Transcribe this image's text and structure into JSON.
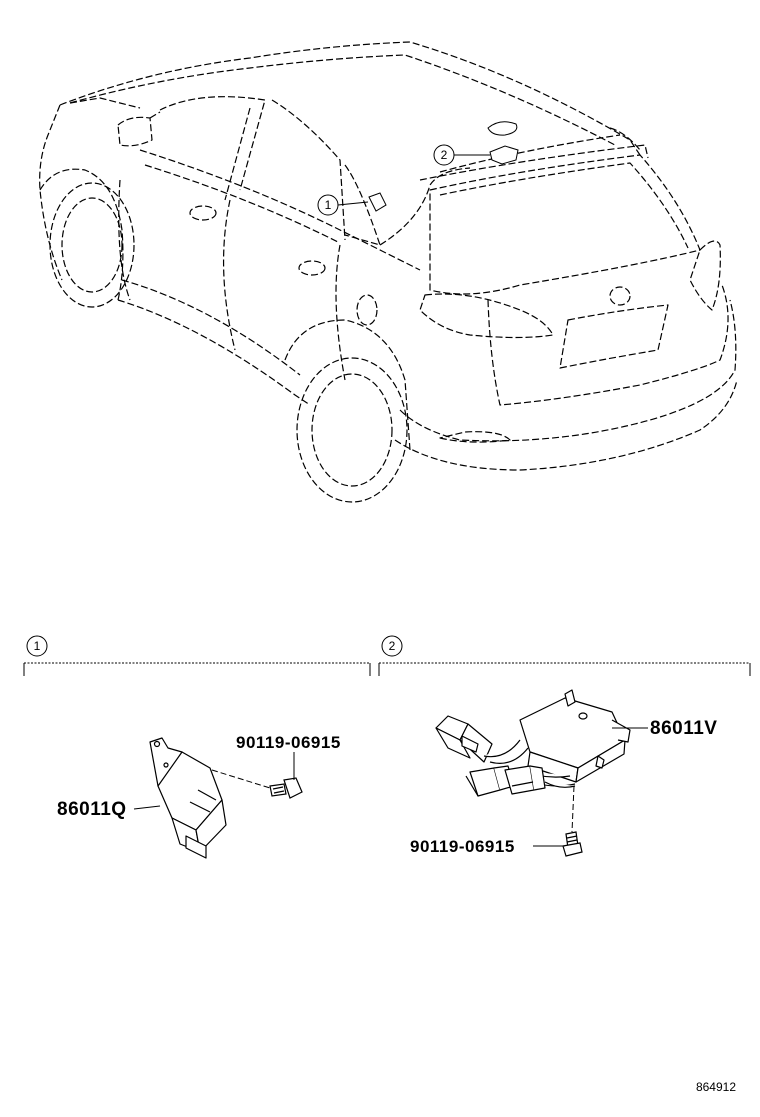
{
  "diagram": {
    "callouts": {
      "one": "1",
      "two": "2"
    },
    "sections": [
      {
        "callout": "1",
        "parts": [
          {
            "number": "90119-06915"
          },
          {
            "number": "86011Q"
          }
        ]
      },
      {
        "callout": "2",
        "parts": [
          {
            "number": "86011V"
          },
          {
            "number": "90119-06915"
          }
        ]
      }
    ],
    "figure_code": "864912"
  }
}
